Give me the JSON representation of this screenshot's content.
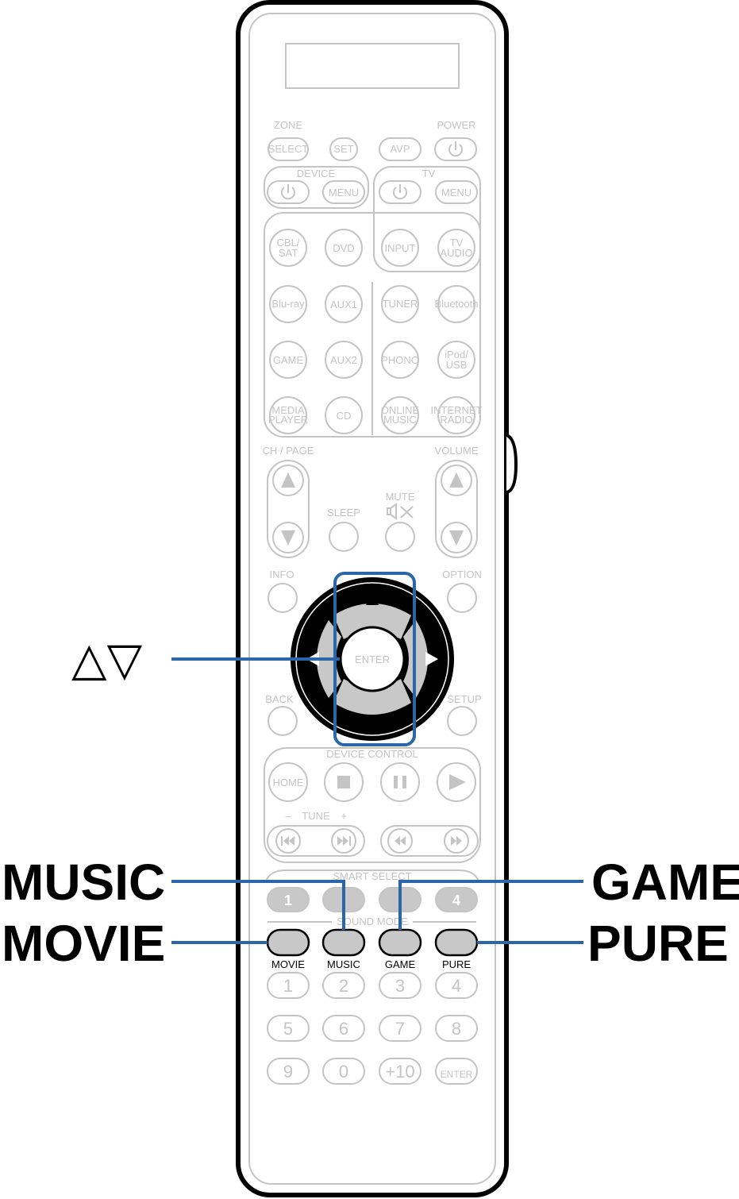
{
  "callouts": {
    "arrows": "△▽",
    "music": "MUSIC",
    "movie": "MOVIE",
    "game": "GAME",
    "pure": "PURE"
  },
  "remote": {
    "zone": "ZONE",
    "power": "POWER",
    "select": "SELECT",
    "set": "SET",
    "avp": "AVP",
    "device": "DEVICE",
    "tv": "TV",
    "menu1": "MENU",
    "menu2": "MENU",
    "cbl_sat": [
      "CBL/",
      "SAT"
    ],
    "dvd": "DVD",
    "input": "INPUT",
    "tv_audio": [
      "TV",
      "AUDIO"
    ],
    "bluray": "Blu-ray",
    "aux1": "AUX1",
    "tuner": "TUNER",
    "bluetooth": "Bluetooth",
    "game_src": "GAME",
    "aux2": "AUX2",
    "phono": "PHONO",
    "ipod_usb": [
      "iPod/",
      "USB"
    ],
    "media_player": [
      "MEDIA",
      "PLAYER"
    ],
    "cd": "CD",
    "online_music": [
      "ONLINE",
      "MUSIC"
    ],
    "internet_radio": [
      "INTERNET",
      "RADIO"
    ],
    "ch_page": "CH / PAGE",
    "volume": "VOLUME",
    "mute": "MUTE",
    "sleep": "SLEEP",
    "info": "INFO",
    "option": "OPTION",
    "enter": "ENTER",
    "back": "BACK",
    "setup": "SETUP",
    "device_control": "DEVICE CONTROL",
    "home": "HOME",
    "tune": "TUNE",
    "tune_minus": "–",
    "tune_plus": "+",
    "smart_select": "SMART SELECT",
    "smart_1": "1",
    "smart_4": "4",
    "sound_mode": "SOUND MODE",
    "sound_modes": [
      "MOVIE",
      "MUSIC",
      "GAME",
      "PURE"
    ],
    "numpad": [
      "1",
      "2",
      "3",
      "4",
      "5",
      "6",
      "7",
      "8",
      "9",
      "0",
      "+10",
      "ENTER"
    ]
  },
  "colors": {
    "highlight": "#2b66a8",
    "outline": "#000000",
    "faded": "#c4c4c4",
    "fill_gray": "#c8c8c8"
  }
}
